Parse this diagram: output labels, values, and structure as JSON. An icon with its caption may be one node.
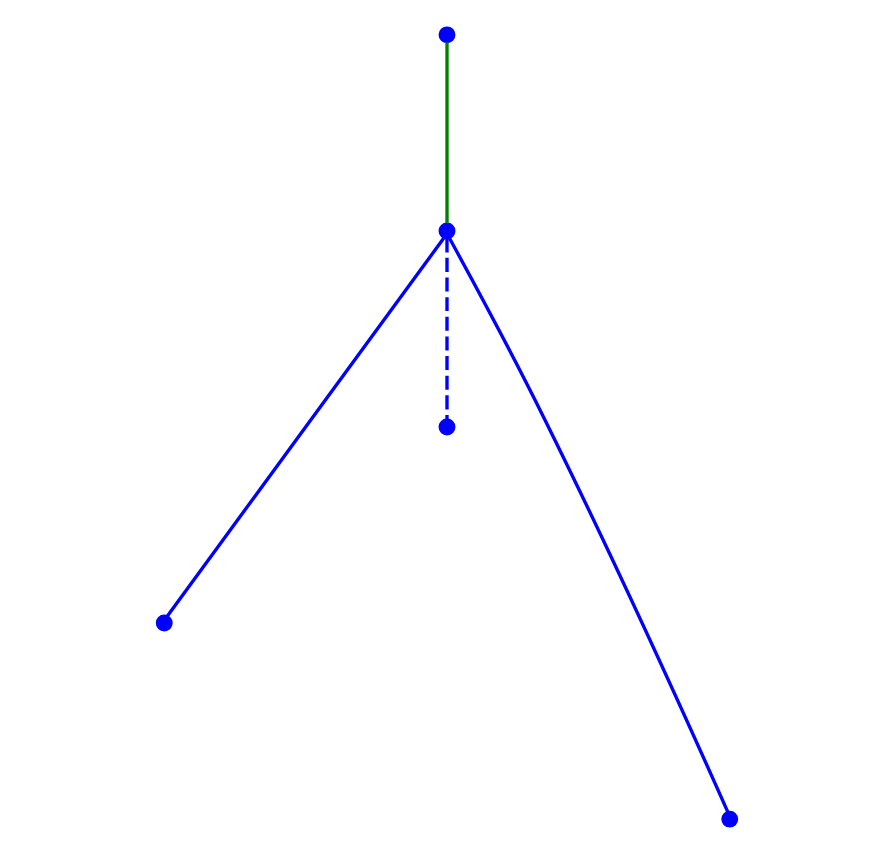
{
  "diagram": {
    "nodes": [
      {
        "text": [],
        "shape": "point"
      },
      {
        "text": [],
        "shape": "point"
      },
      {
        "text": [],
        "shape": "point"
      },
      {
        "text": [],
        "shape": "point"
      },
      {
        "text": [],
        "shape": "point"
      }
    ],
    "edges": [
      {
        "from": 0,
        "to": 1,
        "arrow": "none",
        "color": "#008000"
      },
      {
        "from": 1,
        "to": 2,
        "arrow": "none"
      },
      {
        "from": 1,
        "to": 3,
        "arrow": "none",
        "style": "dashed"
      },
      {
        "from": 1,
        "to": 4,
        "arrow": "none"
      }
    ]
  }
}
